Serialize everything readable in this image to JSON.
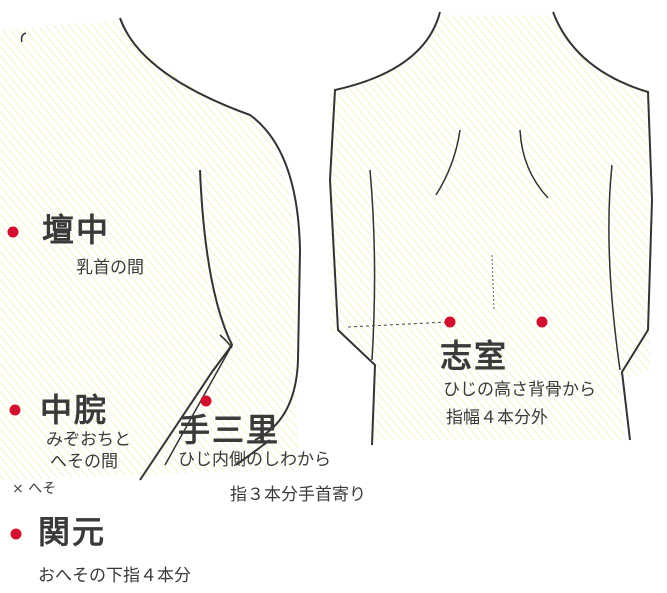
{
  "colors": {
    "ink": "#3a3a3a",
    "point": "#d0102e",
    "pencil": "#f3e9a4"
  },
  "points": {
    "danchu": {
      "name": "壇中",
      "desc": "乳首の間"
    },
    "chukan": {
      "name": "中脘",
      "desc1": "みぞおちと",
      "desc2": "へその間"
    },
    "heso_mark": "× へそ",
    "kangen": {
      "name": "関元",
      "desc": "おへその下指４本分"
    },
    "tesanri": {
      "name": "手三里",
      "desc1": "ひじ内側のしわから",
      "desc2": "指３本分手首寄り"
    },
    "shishitsu": {
      "name": "志室",
      "desc1": "ひじの高さ背骨から",
      "desc2": "指幅４本分外"
    }
  }
}
